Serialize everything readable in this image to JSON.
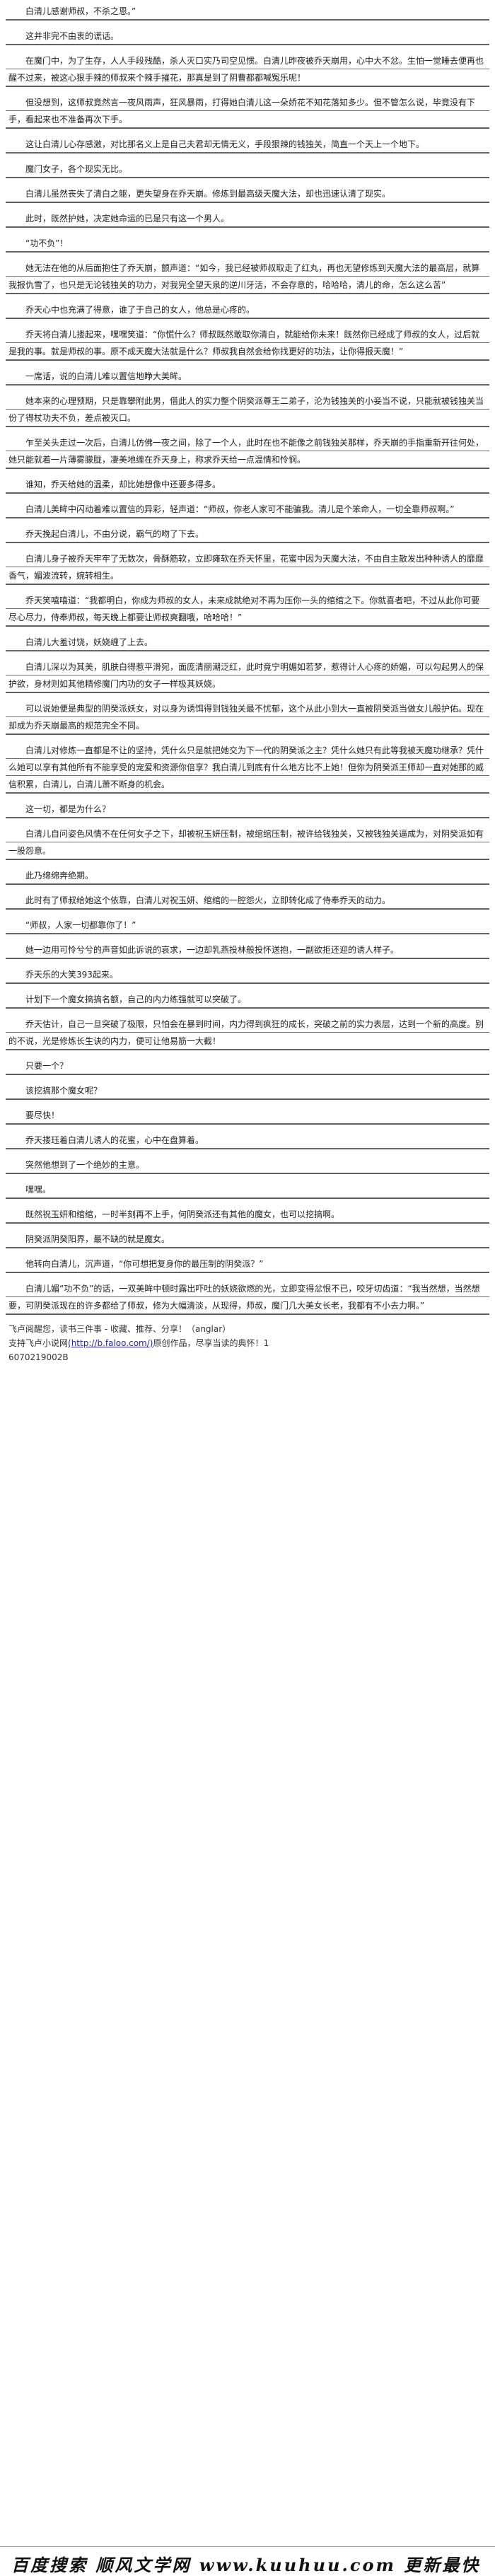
{
  "paragraphs": [
    "白清儿感谢师叔，不杀之恩。”",
    "这并非完不由衷的谎话。",
    "在魔门中，为了生存，人人手段残酷，杀人灭口实乃司空见惯。白清儿昨夜被乔天崩用，心中大不忿。生怕一觉睡去便再也醒不过来，被这心狠手辣的师叔来个辣手摧花，那真是到了阴曹都都喊冤乐呢！",
    "但没想到，这师叔竟然言一夜风雨声，狂风暴雨，打得她白清儿这一朵娇花不知花落知多少。但不管怎么说，毕竟没有下手，看起来也不准备再次下手。",
    "这让白清儿心存感激，对比那名义上是自己夫君却无情无义，手段狠辣的钱独关，简直一个天上一个地下。",
    "魔门女子，各个现实无比。",
    "白清儿虽然丧失了清白之躯，更失望身在乔天崩。修炼到最高级天魔大法，却也迅速认清了现实。",
    "此时，既然护她，决定她命运的已是只有这一个男人。",
    "“功不负”！",
    "她无法在他的从后面抱住了乔天崩，颤声道：“如今，我已经被师叔取走了红丸，再也无望修炼到天魔大法的最高层，就算我报仇雪了，也只是无论钱独关的功力，对我完全望天泉的逆川牙活，不会存意的，哈哈哈，清儿的命，怎么这么苦”",
    "乔天心中也充满了得意，谁了于自己的女人，他总是心疼的。",
    "乔天将白清儿搂起来，嘿嘿笑道：“你慌什么？师叔既然敢取你清白，就能给你未来！既然你已经成了师叔的女人，过后就是我的事。就是师叔的事。原不成天魔大法就是什么？师叔我自然会给你找更好的功法，让你得报天魔！”",
    "一席话，说的白清儿难以置信地睁大美眸。",
    "她本来的心理预期，只是靠攀附此男，借此人的实力整个阴癸派尊王二弟子，沦为钱独关的小妾当不说，只能就被钱独关当份了得杖功夫不负，差点被灭口。",
    "乍至关头走过一次后，白清儿仿佛一夜之间，除了一个人，此时在也不能像之前钱独关那样，乔天崩的手指重新开往何处，她只能就着一片薄雾朦胧，凄美地缠在乔天身上，称求乔天给一点温情和怜悯。",
    "谁知，乔天给她的温柔，却比她想像中还要多得多。",
    "白清儿美眸中闪动着难以置信的异彩，轻声道：“师叔，你老人家可不能骗我。清儿是个笨命人，一切全靠师叔啊。”",
    "乔天挽起白清儿，不由分说，霸气的吻了下去。",
    "白清儿身子被乔天牢牢了无数次，骨酥筋软，立即瘫软在乔天怀里，花蜜中因为天魔大法，不由自主散发出种种诱人的靡靡香气，媚波流转，婉转相生。",
    "乔天笑嘻嘻道：“我都明白，你成为师叔的女人，未来成就绝对不再为压你一头的绾绾之下。你就喜者吧，不过从此你可要尽心尽力，侍奉师叔，每天晚上都要让师叔爽翻哦，哈哈哈！”",
    "白清儿大羞讨饶，妖娆缠了上去。",
    "白清儿深以为其美，肌肤白得惹平滑宛，面庞清丽潮泛红，此时竟宁明媚如若梦，惹得计人心疼的娇媚，可以勾起男人的保护欲，身材则如其他精修魔门内功的女子一样极其妖娆。",
    "可以说她便是典型的阴癸派妖女，对以身为诱饵得到钱独关最不忧郁，这个从此小到大一直被阴癸派当做女儿般护佑。现在却成为乔天崩最高的规范完全不同。",
    "白清儿对修炼一直都是不让的坚持，凭什么只是就把她交为下一代的阴癸派之主？凭什么她只有此等我被天魔功继承？凭什么她可以享有其他所有不能享受的宠爱和资源你倍享？我白清儿到底有什么地方比不上她！但你为阴癸派王师却一直对她那的威信积累，白清儿，白清儿萧不断身的机会。",
    "这一切，都是为什么？",
    "白清儿自问姿色风情不在任何女子之下，却被祝玉妍压制，被绾绾压制，被许给钱独关，又被钱独关逼成为，对阴癸派如有一股怨意。",
    "此乃绵绵奔绝期。",
    "此时有了师叔给她这个依靠，白清儿对祝玉妍、绾绾的一腔怨火，立即转化成了侍奉乔天的动力。",
    "“师叔，人家一切都靠你了！”",
    "她一边用可怜兮兮的声音如此诉说的哀求，一边却乳燕投林般投怀送抱，一副欲拒还迎的诱人样子。",
    "乔天乐的大笑393起来。",
    "计划下一个魔女搞搞名额，自己的内力练强就可以突破了。",
    "乔天估计，自己一旦突破了极限，只怕会在暴到时间，内力得到疯狂的成长，突破之前的实力表层，达到一个新的高度。别的不说，光是修炼长生诀的内力，便可让他易筋一大截！",
    "只要一个？",
    "该挖搞那个魔女呢？",
    "要尽快！",
    "乔天搂珏着白清儿诱人的花蜜，心中在盘算着。",
    "突然他想到了一个绝妙的主意。",
    "嘿嘿。",
    "既然祝玉妍和绾绾，一时半刻再不上手，何阴癸派还有其他的魔女，也可以挖搞啊。",
    "阴癸派阴癸阳界，最不缺的就是魔女。",
    "他转向白清儿，沉声道，“你可想把复身你的最压制的阴癸派？”",
    "白清儿媚“功不负”的话，一双美眸中顿时露出吓吐的妖娆欲燃的光，立即变得忿恨不已，咬牙切齿道：“我当然想，当然想要，可阴癸派现在的许多都给了师叔，修为大幅清淡，从现得，师叔，魔门几大美女长老，我都有不小去力啊。”"
  ],
  "footer": {
    "recommend": "飞卢阅醒您，读书三件事 - 收藏、推荐、分享！（anglar）",
    "support_prefix": "支持飞卢小说网",
    "support_link": "(http://b.faloo.com/)",
    "support_suffix": "原创作品，尽享当读的典怀！1",
    "code": "6070219002B"
  },
  "logo": {
    "text": "百度搜索 顺风文学网 www.kuuhuu.com 更新最快"
  }
}
